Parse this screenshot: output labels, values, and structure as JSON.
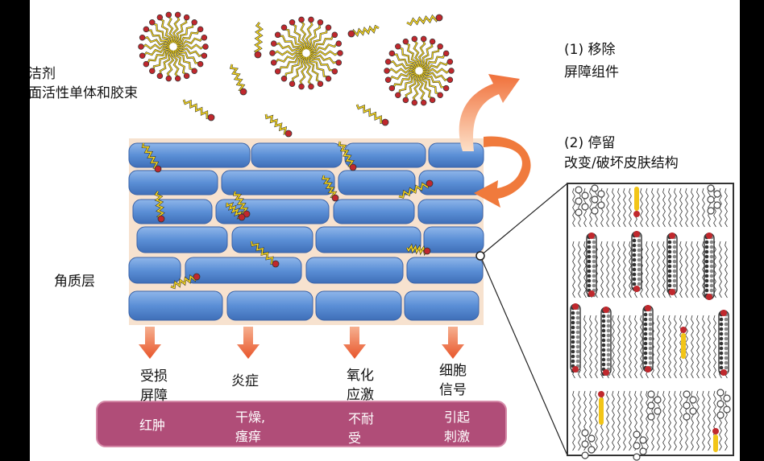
{
  "labels": {
    "surfactant_line1": "洁剂",
    "surfactant_line2": "面活性单体和胶束",
    "stratum_corneum": "角质层",
    "remove_line1": "(1) 移除",
    "remove_line2": "屏障组件",
    "retain_line1": "(2) 停留",
    "retain_line2": "改变/破坏皮肤结构"
  },
  "effects": [
    {
      "line1": "受损",
      "line2": "屏障"
    },
    {
      "line1": "炎症",
      "line2": ""
    },
    {
      "line1": "氧化",
      "line2": "应激"
    },
    {
      "line1": "细胞",
      "line2": "信号"
    }
  ],
  "symptoms": [
    {
      "line1": "红肿",
      "line2": ""
    },
    {
      "line1": "干燥,",
      "line2": "瘙痒"
    },
    {
      "line1": "不耐",
      "line2": "受"
    },
    {
      "line1": "引起",
      "line2": "刺激"
    }
  ],
  "colors": {
    "cell_blue": "#5b8fd6",
    "mortar": "#f7e2cf",
    "arrow_orange": "#f08040",
    "symptom_bar": "#b04d78",
    "tail_yellow": "#f2d321",
    "head_red": "#c0282d"
  }
}
